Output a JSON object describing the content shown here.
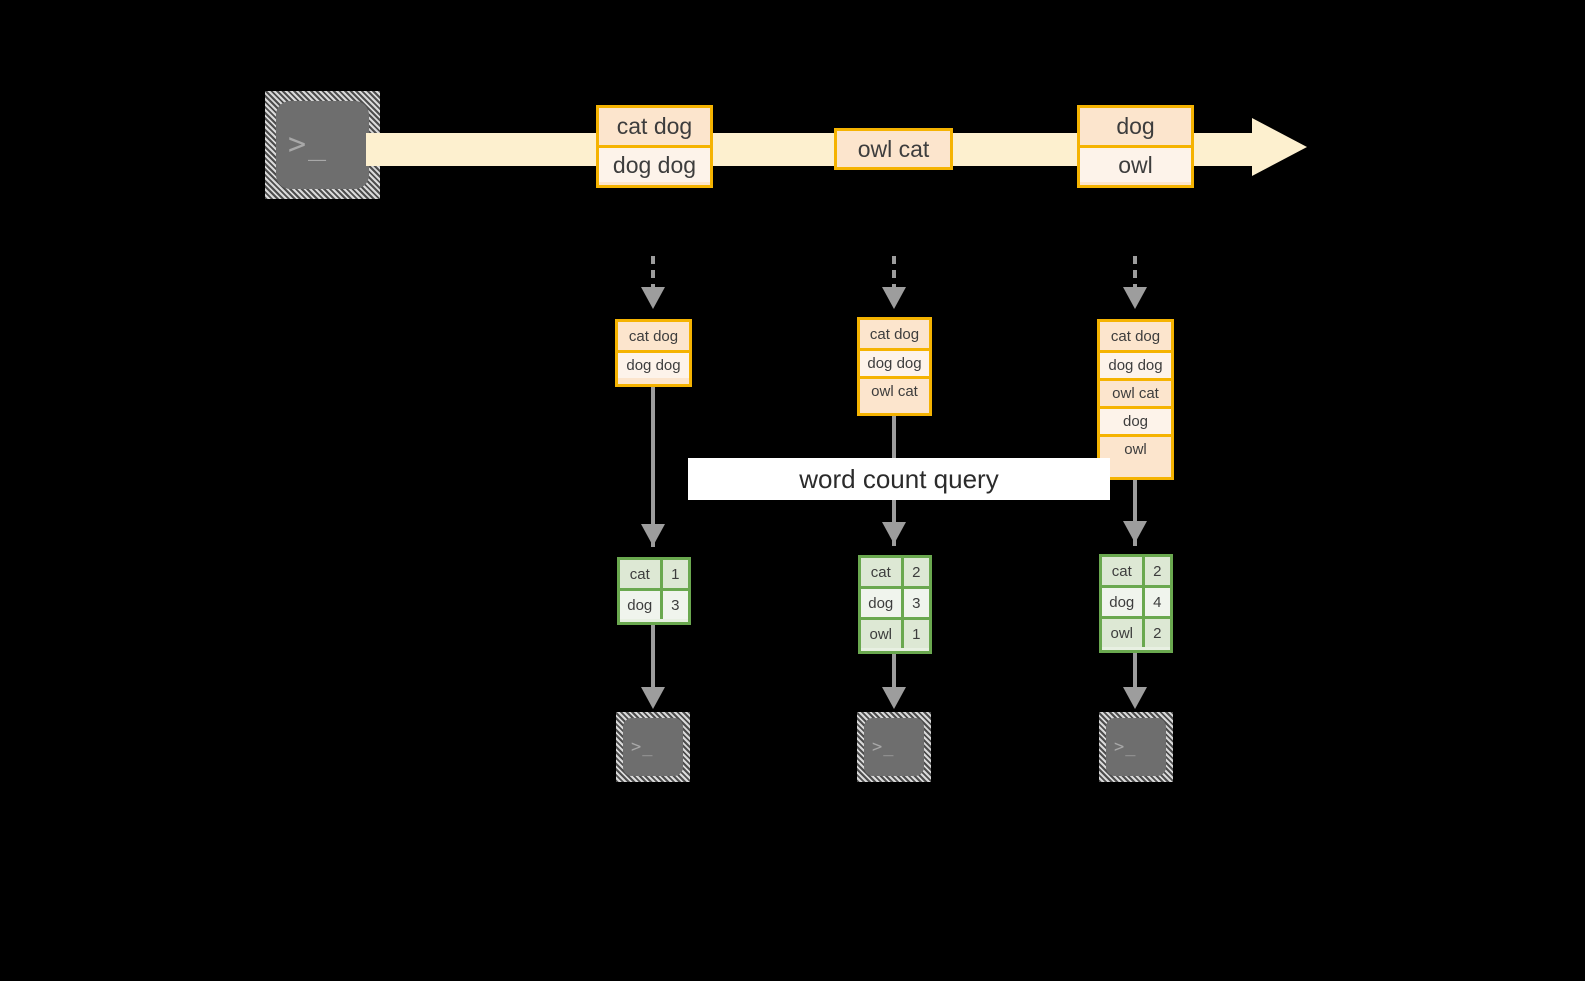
{
  "diagram": {
    "title": "stream word count query",
    "background_color": "#000000",
    "accent_orange": "#f5b301",
    "accent_orange_fill_dark": "#fce5cd",
    "accent_orange_fill_light": "#fdf3ea",
    "accent_green": "#6aa84f",
    "stream_color": "#fdf0cf",
    "connector_color": "#9d9d9d"
  },
  "source": {
    "icon": "terminal-icon",
    "prompt": ">_"
  },
  "stream": {
    "arrow_name": "stream-arrow",
    "records": [
      {
        "id": "record-group-1",
        "lines": [
          "cat dog",
          "dog dog"
        ]
      },
      {
        "id": "record-group-2",
        "lines": [
          "owl cat"
        ]
      },
      {
        "id": "record-group-3",
        "lines": [
          "dog",
          "owl"
        ]
      }
    ]
  },
  "query": {
    "label": "word count query"
  },
  "snapshots": [
    {
      "id": "snapshot-1",
      "input_records": [
        "cat dog",
        "dog dog"
      ],
      "result_header": null,
      "result_rows": [
        {
          "word": "cat",
          "count": "1"
        },
        {
          "word": "dog",
          "count": "3"
        }
      ],
      "sink": {
        "icon": "terminal-icon",
        "prompt": ">_"
      }
    },
    {
      "id": "snapshot-2",
      "input_records": [
        "cat dog",
        "dog dog",
        "owl cat"
      ],
      "result_header": null,
      "result_rows": [
        {
          "word": "cat",
          "count": "2"
        },
        {
          "word": "dog",
          "count": "3"
        },
        {
          "word": "owl",
          "count": "1"
        }
      ],
      "sink": {
        "icon": "terminal-icon",
        "prompt": ">_"
      }
    },
    {
      "id": "snapshot-3",
      "input_records": [
        "cat dog",
        "dog dog",
        "owl cat",
        "dog",
        "owl"
      ],
      "result_header": null,
      "result_rows": [
        {
          "word": "cat",
          "count": "2"
        },
        {
          "word": "dog",
          "count": "4"
        },
        {
          "word": "owl",
          "count": "2"
        }
      ],
      "sink": {
        "icon": "terminal-icon",
        "prompt": ">_"
      }
    }
  ]
}
